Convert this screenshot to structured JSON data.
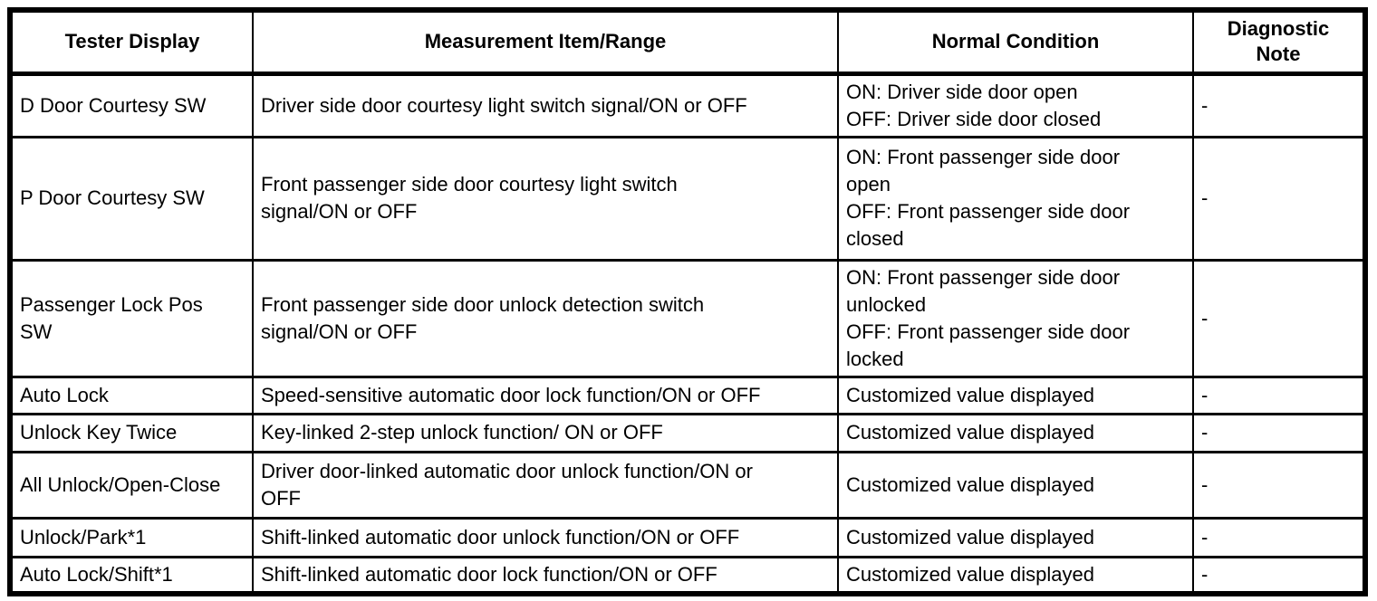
{
  "colors": {
    "border": "#000000",
    "text": "#000000",
    "background": "#ffffff"
  },
  "table": {
    "headers": [
      "Tester Display",
      "Measurement Item/Range",
      "Normal Condition",
      "Diagnostic\nNote"
    ],
    "rows": [
      {
        "tester_display": "D Door Courtesy SW",
        "measurement": "Driver side door courtesy light switch signal/ON or OFF",
        "normal_condition": "ON: Driver side door open\nOFF: Driver side door closed",
        "diagnostic_note": "-"
      },
      {
        "tester_display": "P Door Courtesy SW",
        "measurement": "Front passenger side door courtesy light switch\nsignal/ON or OFF",
        "normal_condition": "ON: Front passenger side door\nopen\nOFF: Front passenger side door\nclosed",
        "diagnostic_note": "-"
      },
      {
        "tester_display": "Passenger Lock Pos\nSW",
        "measurement": "Front passenger side door unlock detection switch\nsignal/ON or OFF",
        "normal_condition": "ON: Front passenger side door\nunlocked\nOFF: Front passenger side door\nlocked",
        "diagnostic_note": "-"
      },
      {
        "tester_display": "Auto Lock",
        "measurement": "Speed-sensitive automatic door lock function/ON or OFF",
        "normal_condition": "Customized value displayed",
        "diagnostic_note": "-"
      },
      {
        "tester_display": "Unlock Key Twice",
        "measurement": "Key-linked 2-step unlock function/ ON or OFF",
        "normal_condition": "Customized value displayed",
        "diagnostic_note": "-"
      },
      {
        "tester_display": "All Unlock/Open-Close",
        "measurement": "Driver door-linked automatic door unlock function/ON or\nOFF",
        "normal_condition": "Customized value displayed",
        "diagnostic_note": "-"
      },
      {
        "tester_display": "Unlock/Park*1",
        "measurement": "Shift-linked automatic door unlock function/ON or OFF",
        "normal_condition": "Customized value displayed",
        "diagnostic_note": "-"
      },
      {
        "tester_display": "Auto Lock/Shift*1",
        "measurement": "Shift-linked automatic door lock function/ON or OFF",
        "normal_condition": "Customized value displayed",
        "diagnostic_note": "-"
      }
    ]
  }
}
